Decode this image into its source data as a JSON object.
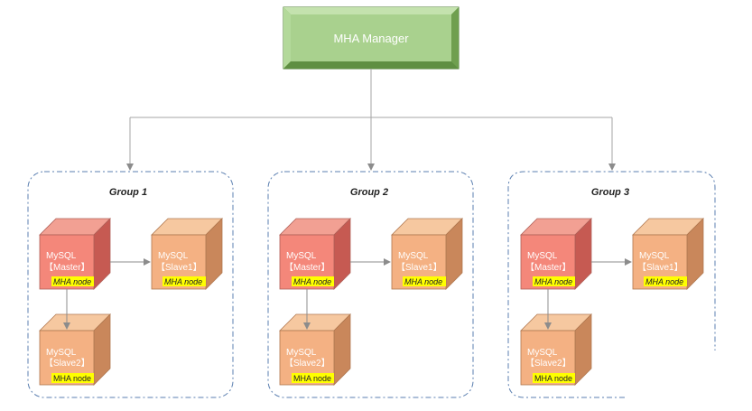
{
  "manager": {
    "label": "MHA Manager"
  },
  "groups": [
    {
      "title": "Group 1",
      "master": {
        "line1": "MySQL",
        "line2": "【Master】",
        "badge": "MHA node"
      },
      "slave1": {
        "line1": "MySQL",
        "line2": "【Slave1】",
        "badge": "MHA node"
      },
      "slave2": {
        "line1": "MySQL",
        "line2": "【Slave2】",
        "badge": "MHA node"
      }
    },
    {
      "title": "Group 2",
      "master": {
        "line1": "MySQL",
        "line2": "【Master】",
        "badge": "MHA node"
      },
      "slave1": {
        "line1": "MySQL",
        "line2": "【Slave1】",
        "badge": "MHA node"
      },
      "slave2": {
        "line1": "MySQL",
        "line2": "【Slave2】",
        "badge": "MHA node"
      }
    },
    {
      "title": "Group 3",
      "master": {
        "line1": "MySQL",
        "line2": "【Master】",
        "badge": "MHA node"
      },
      "slave1": {
        "line1": "MySQL",
        "line2": "【Slave1】",
        "badge": "MHA node"
      },
      "slave2": {
        "line1": "MySQL",
        "line2": "【Slave2】",
        "badge": "MHA node"
      }
    }
  ],
  "colors": {
    "manager_fill": "#a9d18e",
    "manager_border": "#548235",
    "master_front": "#f4877a",
    "master_top": "#f2a093",
    "master_side": "#c65a52",
    "slave_front": "#f4b183",
    "slave_top": "#f6c8a0",
    "slave_side": "#c9875b",
    "badge_fill": "#ffff00",
    "connector": "#a6a6a6",
    "group_border": "#5b7fb0"
  }
}
